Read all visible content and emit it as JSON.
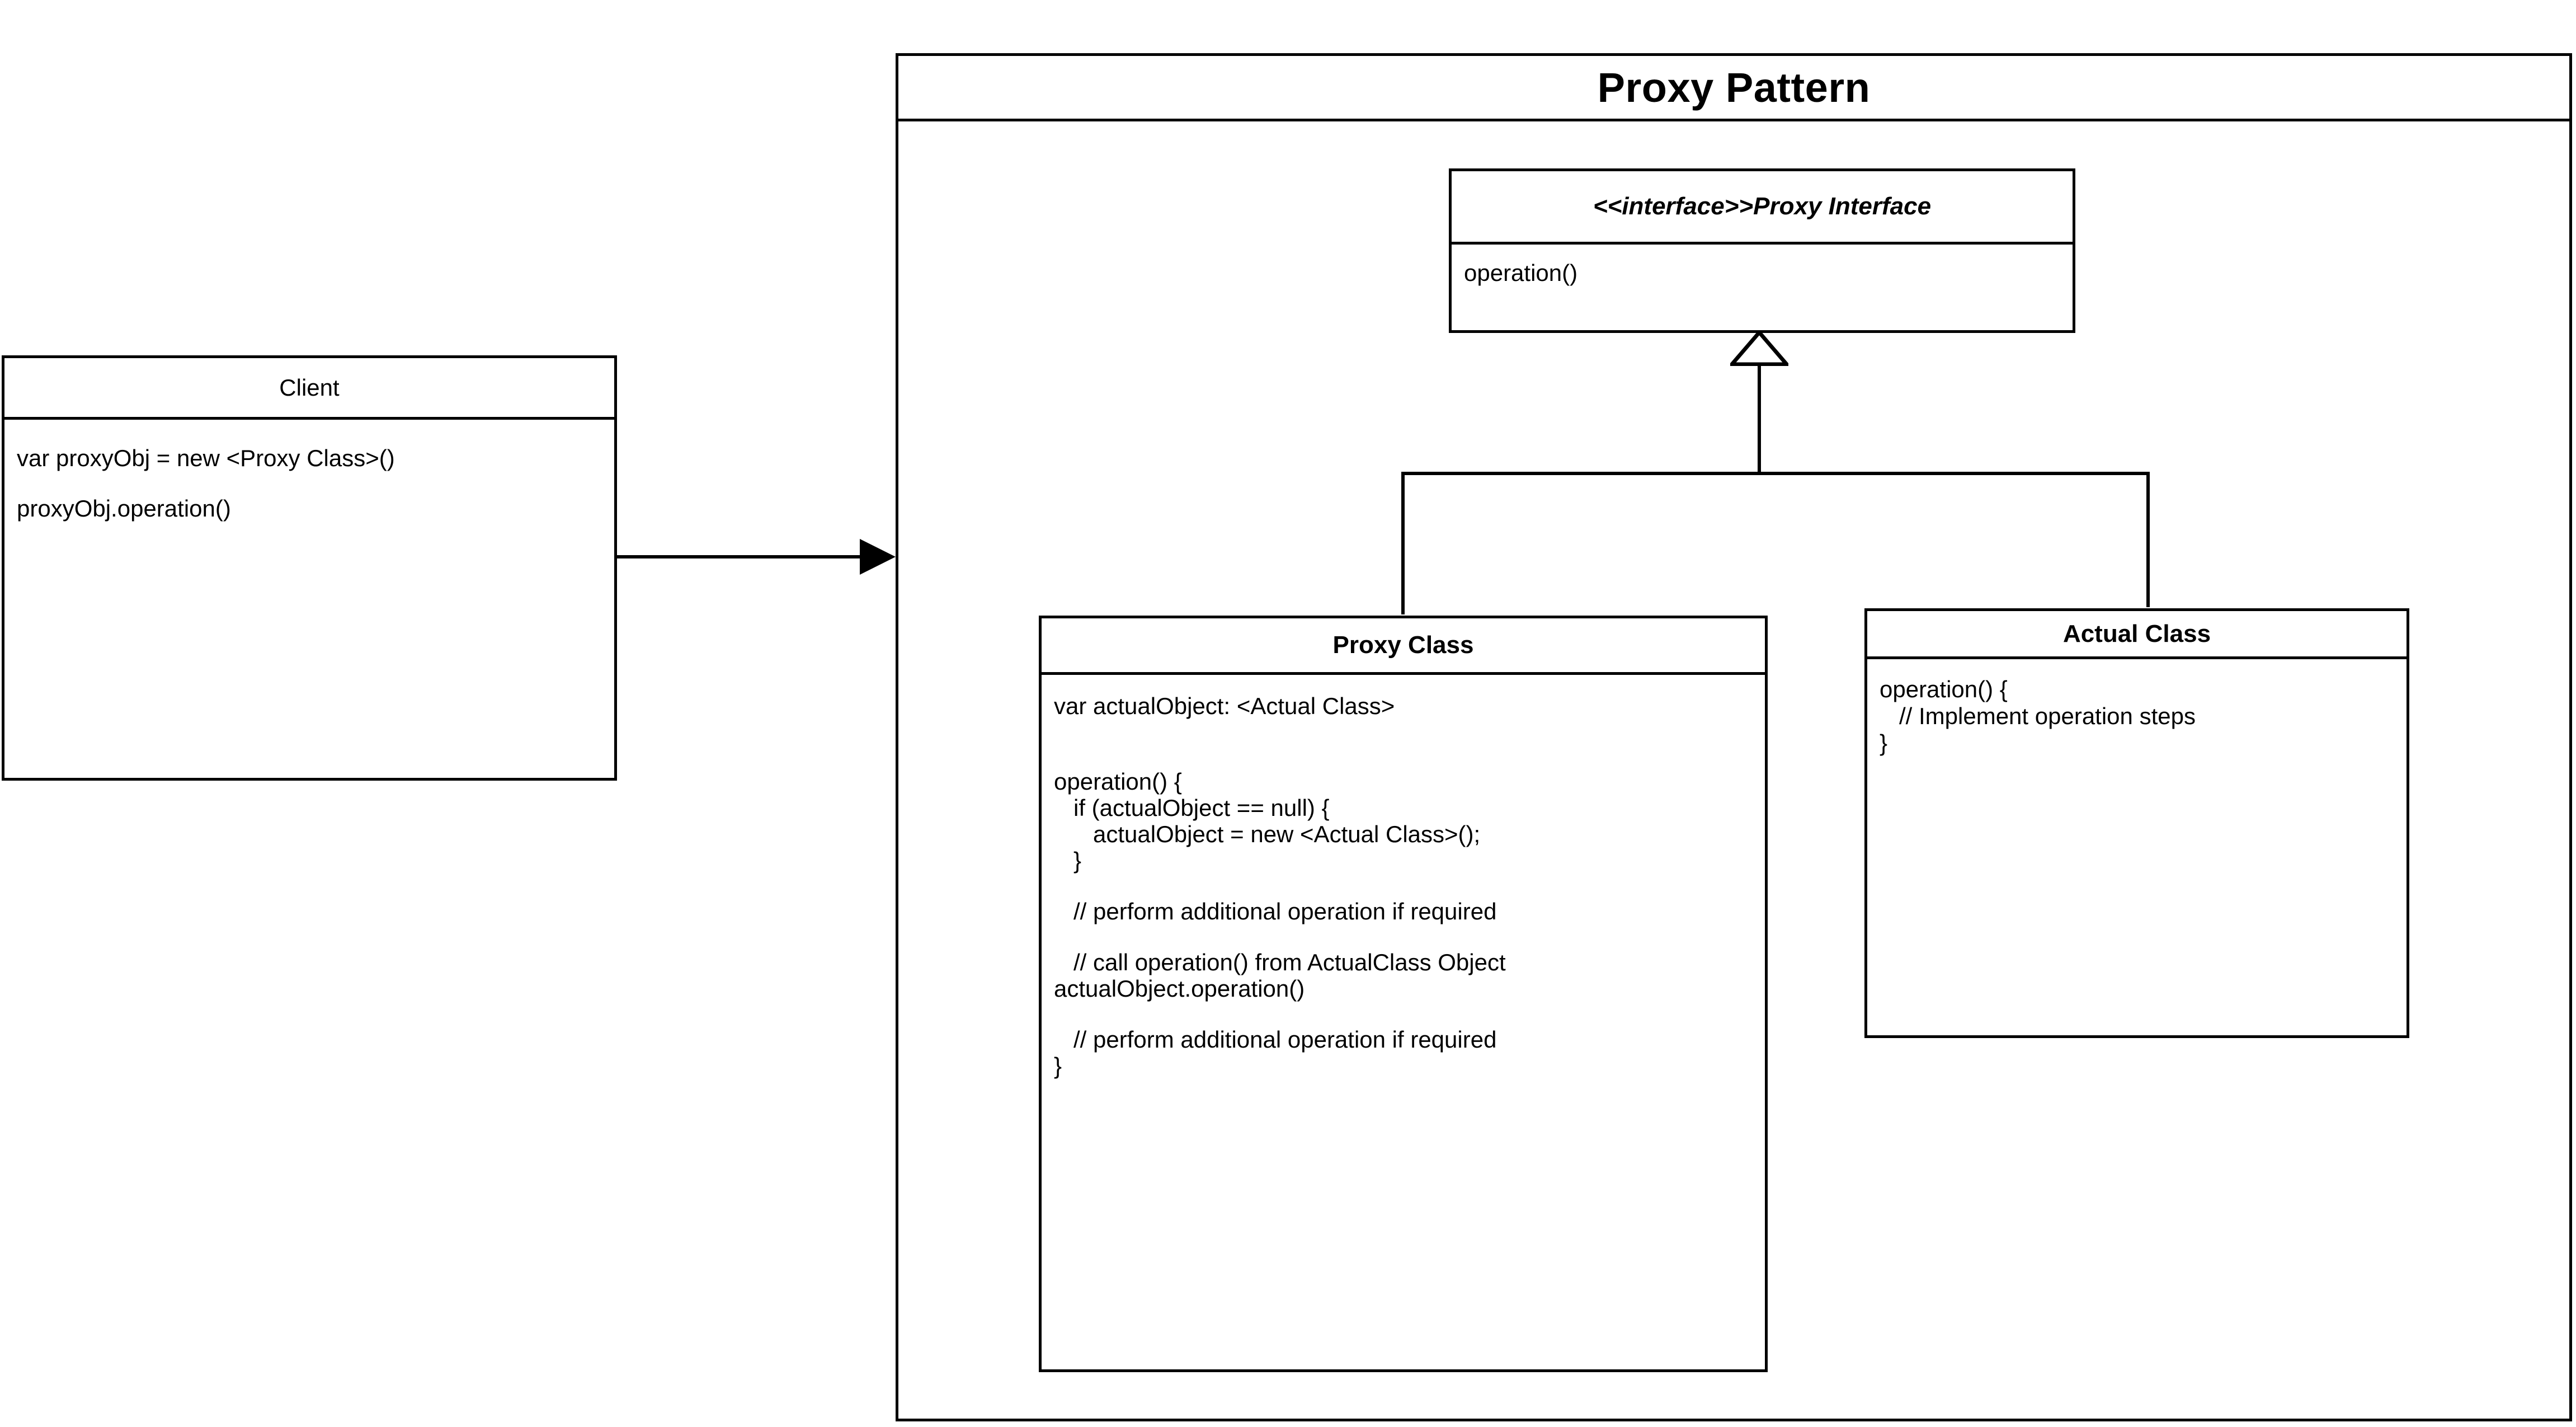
{
  "diagram": {
    "title": "Proxy Pattern",
    "type": "uml-class-diagram"
  },
  "client": {
    "title": "Client",
    "lines": [
      "var proxyObj = new <Proxy Class>()",
      "proxyObj.operation()"
    ]
  },
  "proxy_interface": {
    "stereotype_title": "<<interface>>Proxy Interface",
    "members": [
      "operation()"
    ]
  },
  "proxy_class": {
    "title": "Proxy Class",
    "field": "var actualObject: <Actual Class>",
    "method_lines": [
      "operation() {",
      "   if (actualObject == null) {",
      "      actualObject = new <Actual Class>();",
      "   }"
    ],
    "comment_1": "   // perform additional operation if required",
    "call_lines": [
      "   // call operation() from ActualClass Object",
      "actualObject.operation()"
    ],
    "comment_2": "   // perform additional operation if required",
    "closing_brace": "}"
  },
  "actual_class": {
    "title": "Actual Class",
    "lines": [
      "operation() {",
      "   // Implement operation steps",
      "}"
    ]
  },
  "connectors": {
    "client_to_container": "solid-arrow",
    "interface_generalization": "hollow-triangle-arrow"
  },
  "colors": {
    "stroke": "#000000",
    "background": "#ffffff",
    "text": "#000000"
  }
}
